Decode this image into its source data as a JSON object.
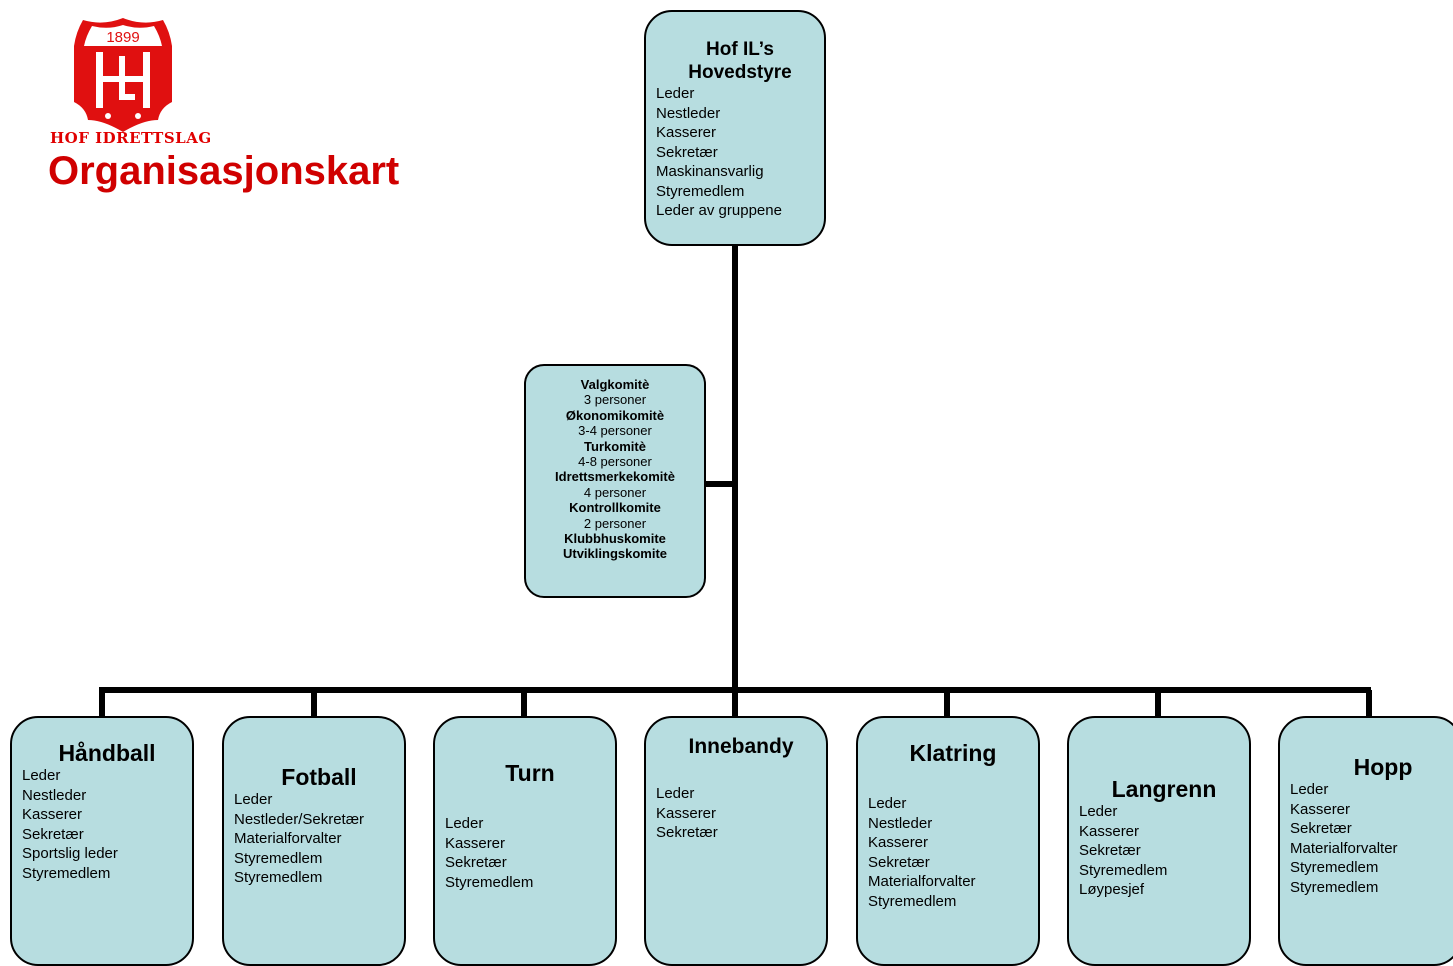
{
  "logo": {
    "year": "1899",
    "monogram": "HIL",
    "text": "HOF IDRETTSLAG",
    "color": "#e01010"
  },
  "page_title": "Organisasjonskart",
  "colors": {
    "box_fill": "#b7dde0",
    "title_red": "#d00000",
    "line": "#000000"
  },
  "hovedstyre": {
    "title_line1": "Hof IL’s",
    "title_line2": "Hovedstyre",
    "roles": [
      "Leder",
      "Nestleder",
      "Kasserer",
      "Sekretær",
      "Maskinansvarlig",
      "Styremedlem",
      "Leder av gruppene"
    ]
  },
  "komiteer": [
    {
      "name": "Valgkomitè",
      "size": "3 personer"
    },
    {
      "name": "Økonomikomitè",
      "size": "3-4 personer"
    },
    {
      "name": "Turkomitè",
      "size": "4-8 personer"
    },
    {
      "name": "Idrettsmerkekomitè",
      "size": "4 personer"
    },
    {
      "name": "Kontrollkomite",
      "size": "2 personer"
    },
    {
      "name": "Klubbhuskomite",
      "size": ""
    },
    {
      "name": "Utviklingskomite",
      "size": ""
    }
  ],
  "groups": [
    {
      "name": "Håndball",
      "roles": [
        "Leder",
        "Nestleder",
        "Kasserer",
        "Sekretær",
        "Sportslig leder",
        "Styremedlem"
      ]
    },
    {
      "name": "Fotball",
      "roles": [
        "Leder",
        "Nestleder/Sekretær",
        "Materialforvalter",
        "Styremedlem",
        "Styremedlem"
      ]
    },
    {
      "name": "Turn",
      "roles": [
        "Leder",
        "Kasserer",
        "Sekretær",
        "Styremedlem"
      ]
    },
    {
      "name": "Innebandy",
      "roles": [
        "Leder",
        "Kasserer",
        "Sekretær"
      ]
    },
    {
      "name": "Klatring",
      "roles": [
        "Leder",
        "Nestleder",
        "Kasserer",
        "Sekretær",
        "Materialforvalter",
        "Styremedlem"
      ]
    },
    {
      "name": "Langrenn",
      "roles": [
        "Leder",
        "Kasserer",
        "Sekretær",
        "Styremedlem",
        "Løypesjef"
      ]
    },
    {
      "name": "Hopp",
      "roles": [
        "Leder",
        "Kasserer",
        "Sekretær",
        "Materialforvalter",
        "Styremedlem",
        "Styremedlem"
      ]
    }
  ]
}
